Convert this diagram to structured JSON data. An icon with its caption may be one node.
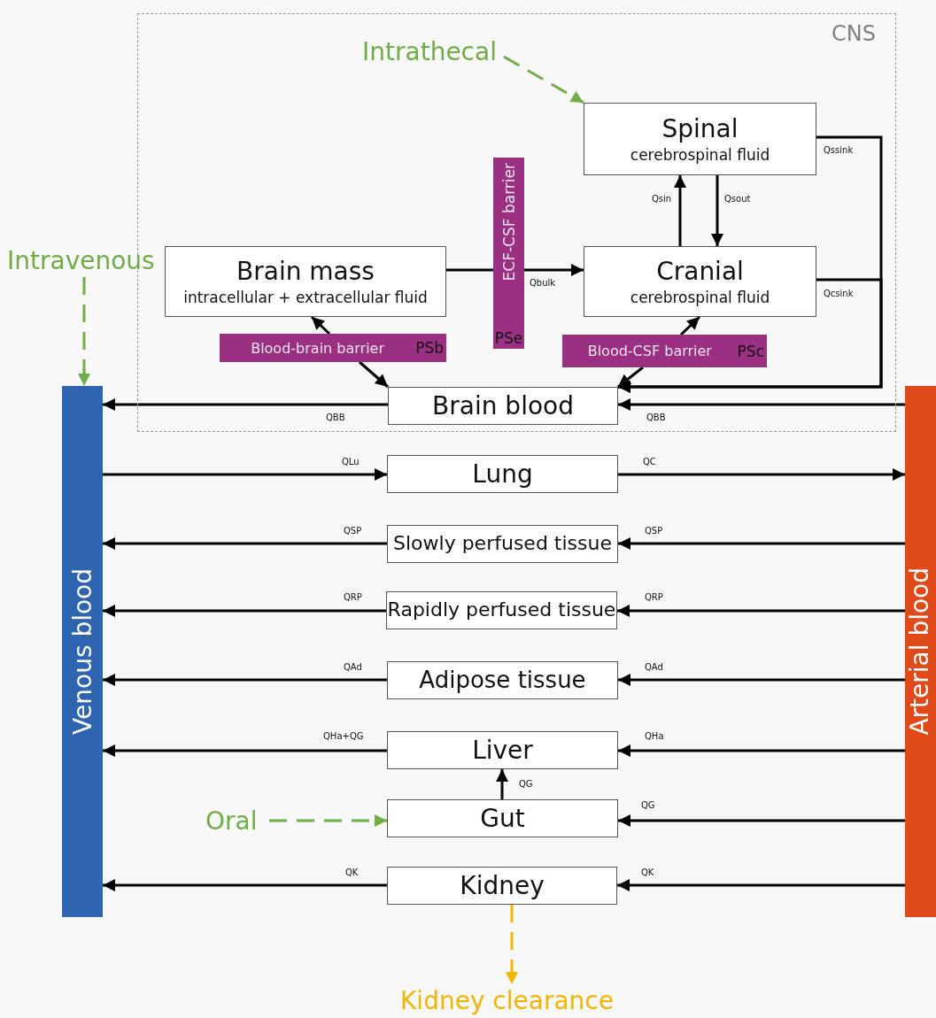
{
  "diagram": {
    "nodes": [
      {
        "text": [
          "CNS"
        ]
      },
      {
        "text": [
          "Intrathecal"
        ],
        "in": 0
      },
      {
        "text": [
          "Spinal",
          "cerebrospinal fluid"
        ],
        "in": 0
      },
      {
        "text": [
          "ECF-CSF barrier",
          "PSe"
        ],
        "in": 0
      },
      {
        "text": [
          "Brain mass",
          "intracellular + extracellular fluid"
        ],
        "in": 0
      },
      {
        "text": [
          "Cranial",
          "cerebrospinal fluid"
        ],
        "in": 0
      },
      {
        "text": [
          "Blood-brain barrier",
          "PSb"
        ],
        "in": 0
      },
      {
        "text": [
          "Blood-CSF barrier",
          "PSc"
        ],
        "in": 0
      },
      {
        "text": [
          "Brain blood"
        ],
        "in": 0
      },
      {
        "text": [
          "Intravenous"
        ]
      },
      {
        "text": [
          "Venous blood"
        ]
      },
      {
        "text": [
          "Arterial blood"
        ]
      },
      {
        "text": [
          "Lung"
        ]
      },
      {
        "text": [
          "Slowly perfused tissue"
        ]
      },
      {
        "text": [
          "Rapidly perfused tissue"
        ]
      },
      {
        "text": [
          "Adipose tissue"
        ]
      },
      {
        "text": [
          "Liver"
        ]
      },
      {
        "text": [
          "Gut"
        ]
      },
      {
        "text": [
          "Oral"
        ]
      },
      {
        "text": [
          "Kidney"
        ]
      },
      {
        "text": [
          "Kidney clearance"
        ]
      }
    ],
    "edges": [
      {
        "from": 1,
        "to": 2,
        "arrow": "to",
        "style": "dashed",
        "color": "#70ad47"
      },
      {
        "from": 5,
        "to": 2,
        "arrow": "to",
        "label": "Qsin"
      },
      {
        "from": 2,
        "to": 5,
        "arrow": "to",
        "label": "Qsout"
      },
      {
        "from": 4,
        "to": 3,
        "arrow": "none"
      },
      {
        "from": 3,
        "to": 5,
        "arrow": "to",
        "label": "Qbulk"
      },
      {
        "from": 6,
        "to": 4,
        "arrow": "to"
      },
      {
        "from": 6,
        "to": 8,
        "arrow": "to"
      },
      {
        "from": 7,
        "to": 5,
        "arrow": "to"
      },
      {
        "from": 7,
        "to": 8,
        "arrow": "to"
      },
      {
        "from": 2,
        "to": 8,
        "arrow": "to",
        "label": "Qssink"
      },
      {
        "from": 5,
        "to": 8,
        "arrow": "to",
        "label": "Qcsink"
      },
      {
        "from": 11,
        "to": 8,
        "arrow": "to",
        "label": "QBB"
      },
      {
        "from": 8,
        "to": 10,
        "arrow": "to",
        "label": "QBB"
      },
      {
        "from": 9,
        "to": 10,
        "arrow": "to",
        "style": "dashed",
        "color": "#70ad47"
      },
      {
        "from": 10,
        "to": 12,
        "arrow": "to",
        "label": "QLu"
      },
      {
        "from": 12,
        "to": 11,
        "arrow": "to",
        "label": "QC"
      },
      {
        "from": 11,
        "to": 13,
        "arrow": "to",
        "label": "QSP"
      },
      {
        "from": 13,
        "to": 10,
        "arrow": "to",
        "label": "QSP"
      },
      {
        "from": 11,
        "to": 14,
        "arrow": "to",
        "label": "QRP"
      },
      {
        "from": 14,
        "to": 10,
        "arrow": "to",
        "label": "QRP"
      },
      {
        "from": 11,
        "to": 15,
        "arrow": "to",
        "label": "QAd"
      },
      {
        "from": 15,
        "to": 10,
        "arrow": "to",
        "label": "QAd"
      },
      {
        "from": 11,
        "to": 16,
        "arrow": "to",
        "label": "QHa"
      },
      {
        "from": 16,
        "to": 10,
        "arrow": "to",
        "label": "QHa+QG"
      },
      {
        "from": 17,
        "to": 16,
        "arrow": "to",
        "label": "QG"
      },
      {
        "from": 11,
        "to": 17,
        "arrow": "to",
        "label": "QG"
      },
      {
        "from": 18,
        "to": 17,
        "arrow": "to",
        "style": "dashed",
        "color": "#70ad47"
      },
      {
        "from": 11,
        "to": 19,
        "arrow": "to",
        "label": "QK"
      },
      {
        "from": 19,
        "to": 10,
        "arrow": "to",
        "label": "QK"
      },
      {
        "from": 19,
        "to": 20,
        "arrow": "to",
        "style": "dashed",
        "color": "#f5b400"
      }
    ]
  }
}
